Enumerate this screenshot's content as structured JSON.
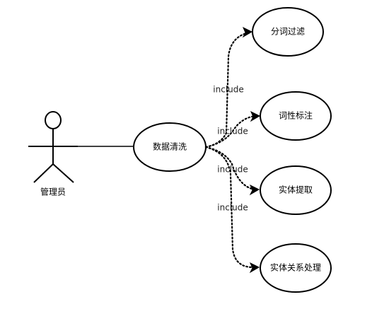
{
  "diagram": {
    "actor": {
      "label": "管理员"
    },
    "main_usecase": {
      "label": "数据清洗"
    },
    "sub_usecases": [
      {
        "label": "分词过滤"
      },
      {
        "label": "词性标注"
      },
      {
        "label": "实体提取"
      },
      {
        "label": "实体关系处理"
      }
    ],
    "relations": [
      {
        "label": "include"
      },
      {
        "label": "include"
      },
      {
        "label": "include"
      },
      {
        "label": "include"
      }
    ]
  }
}
